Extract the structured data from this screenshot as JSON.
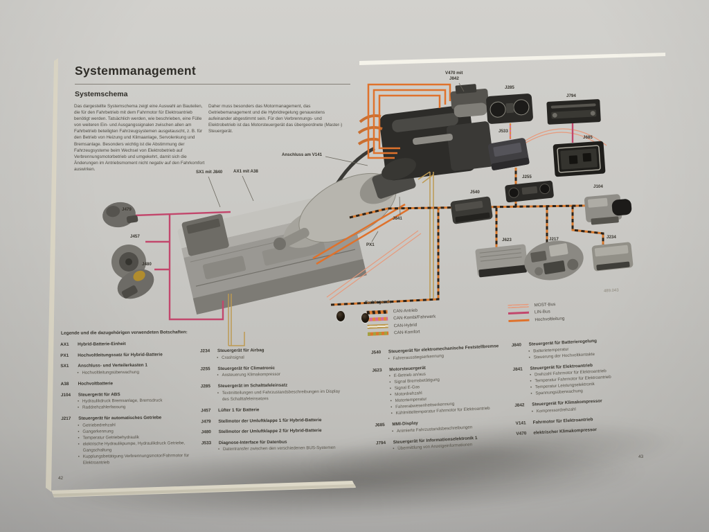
{
  "page_left": {
    "title": "Systemmanagement",
    "subtitle": "Systemschema",
    "intro_col1": "Das dargestellte Systemschema zeigt eine Auswahl an Bauteilen, die für den Fahrbetrieb mit dem Fahrmotor für Elektroantrieb benötigt werden. Tatsächlich werden, wie beschrieben, eine Fülle von weiteren Ein- und Ausgangssignalen zwischen allen am Fahrbetrieb beteiligten Fahrzeugsystemen ausgetauscht, z. B. für den Betrieb von Heizung und Klimaanlage, Servolenkung und Bremsanlage. Besonders wichtig ist die Abstimmung der Fahrzeugsysteme beim Wechsel von Elektrobetrieb auf Verbrennungsmotorbetrieb und umgekehrt, damit sich die Änderungen im Antriebsmoment nicht negativ auf den Fahrkomfort auswirken.",
    "intro_col2": "Daher muss besonders das Motormanagement, das Getriebemanagement und die Hybridregelung genauestens aufeinander abgestimmt sein. Für den Verbrennungs- und Elektrobetrieb ist das Motorsteuergerät das übergeordnete (Master-) Steuergerät.",
    "legend_heading": "Legende und die dazugehörigen verwendeten Botschaften:",
    "legend_col1": [
      {
        "code": "AX1",
        "title": "Hybrid-Batterie-Einheit",
        "bullets": []
      },
      {
        "code": "PX1",
        "title": "Hochvoltleitungssatz für Hybrid-Batterie",
        "bullets": []
      },
      {
        "code": "SX1",
        "title": "Anschluss- und Verteilerkasten 1",
        "bullets": [
          "Hochvoltleitungsüberwachung"
        ]
      },
      {
        "code": "A38",
        "title": "Hochvoltbatterie",
        "bullets": []
      },
      {
        "code": "J104",
        "title": "Steuergerät für ABS",
        "bullets": [
          "Hydraulikdruck Bremsanlage, Bremsdruck",
          "Raddrehzahlerfassung"
        ]
      },
      {
        "code": "J217",
        "title": "Steuergerät für automatisches Getriebe",
        "bullets": [
          "Getriebedrehzahl",
          "Gangerkennung",
          "Temperatur Getriebehydraulik",
          "elektrische Hydraulikpumpe, Hydraulikdruck Getriebe, Gangschaltung",
          "Kupplungsbetätigung Verbrennungsmotor/Fahrmotor für Elektroantrieb"
        ]
      }
    ],
    "legend_col2": [
      {
        "code": "J234",
        "title": "Steuergerät für Airbag",
        "bullets": [
          "Crashsignal"
        ]
      },
      {
        "code": "J255",
        "title": "Steuergerät für Climatronic",
        "bullets": [
          "Ansteuerung Klimakompressor"
        ]
      },
      {
        "code": "J285",
        "title": "Steuergerät im Schalttafeleinsatz",
        "bullets": [
          "Textmitteilungen und Fahrzustandsbeschreibungen im Display des Schalttafeleinsatzes"
        ]
      },
      {
        "code": "J457",
        "title": "Lüfter 1 für Batterie",
        "bullets": []
      },
      {
        "code": "J479",
        "title": "Stellmotor der Umluftklappe 1 für Hybrid-Batterie",
        "bullets": []
      },
      {
        "code": "J480",
        "title": "Stellmotor der Umluftklappe 2 für Hybrid-Batterie",
        "bullets": []
      },
      {
        "code": "J533",
        "title": "Diagnose-Interface für Datenbus",
        "bullets": [
          "Datentransfer zwischen den verschiedenen BUS-Systemen"
        ]
      }
    ],
    "page_number": "42"
  },
  "page_right": {
    "color_legend": {
      "heading": "Farblegende:",
      "items_left": [
        {
          "label": "CAN-Antrieb",
          "style": "can-antrieb"
        },
        {
          "label": "CAN-Kombi/Fahrwerk",
          "style": "can-kombi"
        },
        {
          "label": "CAN-Hybrid",
          "style": "can-hybrid"
        },
        {
          "label": "CAN-Komfort",
          "style": "can-komfort"
        }
      ],
      "items_right": [
        {
          "label": "MOST-Bus",
          "style": "most"
        },
        {
          "label": "LIN-Bus",
          "style": "lin"
        },
        {
          "label": "Hochvoltleitung",
          "style": "hv"
        }
      ]
    },
    "legend_col1": [
      {
        "code": "J540",
        "title": "Steuergerät für elektromechanische Feststellbremse",
        "bullets": [
          "Fahrerausstiegserkennung"
        ]
      },
      {
        "code": "J623",
        "title": "Motorsteuergerät",
        "bullets": [
          "E-Betrieb an/aus",
          "Signal Bremsbetätigung",
          "Signal E-Gas",
          "Motordrehzahl",
          "Motortemperatur",
          "Fahrerabwesenheitserkennung",
          "Kühlmitteltemperatur Fahrmotor für Elektroantrieb"
        ]
      },
      {
        "code": "J685",
        "title": "MMI-Display",
        "bullets": [
          "Animierte Fahrzustandsbeschreibungen"
        ]
      },
      {
        "code": "J794",
        "title": "Steuergerät für Informationselektronik 1",
        "bullets": [
          "Übermittlung von Anzeigeinformationen"
        ]
      }
    ],
    "legend_col2": [
      {
        "code": "J840",
        "title": "Steuergerät für Batterieregelung",
        "bullets": [
          "Batterietemperatur",
          "Steuerung der Hochvoltkontakte"
        ]
      },
      {
        "code": "J841",
        "title": "Steuergerät für Elektroantrieb",
        "bullets": [
          "Drehzahl Fahrmotor für Elektroantrieb",
          "Temperatur Fahrmotor für Elektroantrieb",
          "Temperatur Leistungselektronik",
          "Spannungsüberwachung"
        ]
      },
      {
        "code": "J842",
        "title": "Steuergerät für Klimakompressor",
        "bullets": [
          "Kompressordrehzahl"
        ]
      },
      {
        "code": "V141",
        "title": "Fahrmotor für Elektroantrieb",
        "bullets": []
      },
      {
        "code": "V470",
        "title": "elektrischer Klimakompressor",
        "bullets": []
      }
    ],
    "figure_number": "489.043",
    "page_number": "43"
  },
  "diagram": {
    "labels": [
      {
        "text": "SX1 mit J840"
      },
      {
        "text": "AX1 mit A38"
      },
      {
        "text": "Anschluss am V141"
      },
      {
        "text": "J479"
      },
      {
        "text": "J457"
      },
      {
        "text": "J480"
      },
      {
        "text": "PX1"
      },
      {
        "text": "J841"
      },
      {
        "text": "V470 mit"
      },
      {
        "text": "J842"
      },
      {
        "text": "J285"
      },
      {
        "text": "J794"
      },
      {
        "text": "J533"
      },
      {
        "text": "J685"
      },
      {
        "text": "J255"
      },
      {
        "text": "J104"
      },
      {
        "text": "J540"
      },
      {
        "text": "J623"
      },
      {
        "text": "J217"
      },
      {
        "text": "J234"
      }
    ]
  },
  "colors": {
    "can_antrieb": "#d9792d",
    "can_antrieb_dash": "#2c231a",
    "can_kombi": "#d96a94",
    "can_kombi_dash": "#e0893c",
    "can_hybrid": "#bd9a52",
    "can_komfort_dash": "#a3a040",
    "most_bus": "#e79a7c",
    "lin_bus": "#c2476c",
    "hochvolt": "#df722c",
    "page_paper": "#ece9db",
    "surface": "#c8c7c3"
  }
}
